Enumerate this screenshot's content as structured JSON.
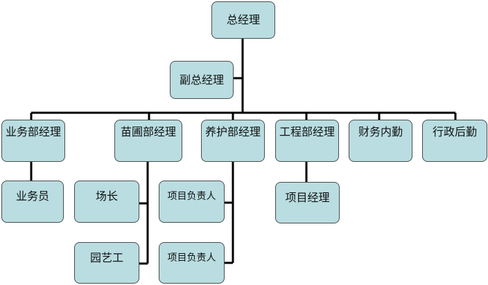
{
  "org_chart": {
    "root": "总经理",
    "deputy": "副总经理",
    "departments": {
      "business": "业务部经理",
      "nursery": "苗圃部经理",
      "maintenance": "养护部经理",
      "engineering": "工程部经理",
      "finance": "财务内勤",
      "admin": "行政后勤"
    },
    "staff": {
      "salesperson": "业务员",
      "farm_head": "场长",
      "gardener": "园艺工",
      "project_lead_1": "项目负责人",
      "project_lead_2": "项目负责人",
      "project_manager": "项目经理"
    }
  },
  "colors": {
    "box_fill": "#b9dde1",
    "box_border": "#4a4a4a",
    "connector": "#000000"
  }
}
